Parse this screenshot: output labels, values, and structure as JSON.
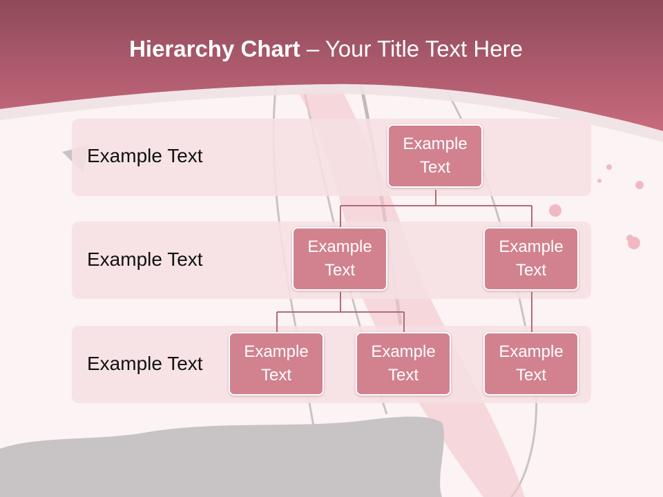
{
  "title": {
    "bold": "Hierarchy Chart",
    "separator": " – ",
    "rest": "Your Title Text Here"
  },
  "levels": [
    {
      "label": "Example Text"
    },
    {
      "label": "Example Text"
    },
    {
      "label": "Example Text"
    }
  ],
  "nodes": {
    "root": "Example Text",
    "l2_left": "Example Text",
    "l2_right": "Example Text",
    "l3_a": "Example Text",
    "l3_b": "Example Text",
    "l3_c": "Example Text"
  },
  "colors": {
    "header": "#c0687a",
    "node": "#d2818f",
    "band": "#f6e0e4",
    "connector": "#b06a78"
  }
}
